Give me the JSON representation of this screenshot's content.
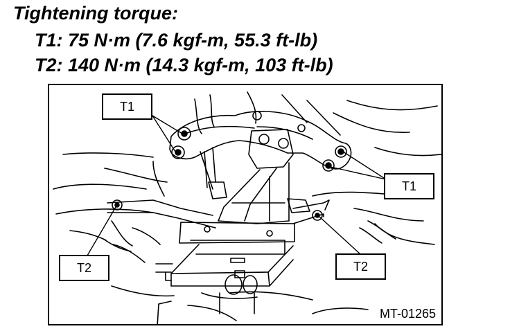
{
  "header": {
    "title": "Tightening torque:",
    "t1_spec": "T1: 75 N·m (7.6 kgf-m, 55.3 ft-lb)",
    "t2_spec": "T2: 140 N·m (14.3 kgf-m, 103 ft-lb)"
  },
  "diagram": {
    "callouts": {
      "t1_left": "T1",
      "t1_right": "T1",
      "t2_left": "T2",
      "t2_right": "T2"
    },
    "figure_id": "MT-01265"
  }
}
